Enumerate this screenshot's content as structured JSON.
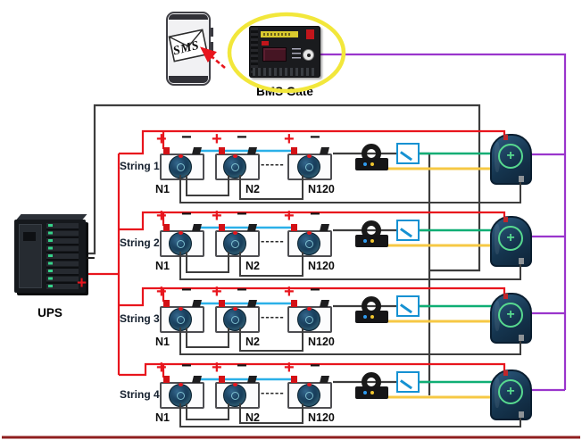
{
  "phone": {
    "sms_label": "SMS"
  },
  "gateway": {
    "label": "BMS Gate"
  },
  "ups": {
    "label": "UPS",
    "minus": "−",
    "plus": "+"
  },
  "symbols": {
    "plus": "+",
    "minus": "−",
    "ellipsis": "-----",
    "device_plus": "+"
  },
  "strings": [
    {
      "label": "String 1",
      "batteries": [
        "N1",
        "N2",
        "N120"
      ]
    },
    {
      "label": "String 2",
      "batteries": [
        "N1",
        "N2",
        "N120"
      ]
    },
    {
      "label": "String 3",
      "batteries": [
        "N1",
        "N2",
        "N120"
      ]
    },
    {
      "label": "String 4",
      "batteries": [
        "N1",
        "N2",
        "N120"
      ]
    }
  ],
  "colors": {
    "positive_wire": "#e8151d",
    "negative_wire": "#3d3d3d",
    "series_link_wire": "#2bb0e8",
    "switch_sense_wire": "#0fae74",
    "current_sense_wire": "#f6c844",
    "comm_bus_wire": "#9a35cc",
    "highlight_ring": "#f2e73b"
  }
}
